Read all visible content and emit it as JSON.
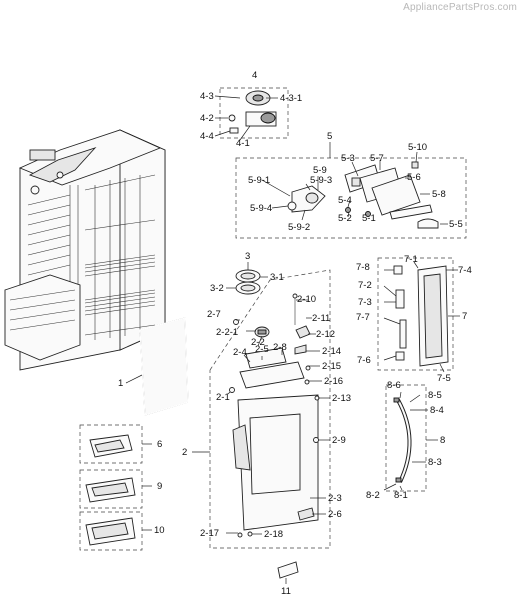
{
  "watermark": "AppliancePartsPros.com",
  "labels": {
    "l4": "4",
    "l4_3": "4-3",
    "l4_3_1": "4-3-1",
    "l4_2": "4-2",
    "l4_4": "4-4",
    "l4_1": "4-1",
    "l5": "5",
    "l5_10": "5-10",
    "l5_3": "5-3",
    "l5_7": "5-7",
    "l5_6": "5-6",
    "l5_8": "5-8",
    "l5_9": "5-9",
    "l5_9_3": "5-9-3",
    "l5_9_1": "5-9-1",
    "l5_9_4": "5-9-4",
    "l5_9_2": "5-9-2",
    "l5_4": "5-4",
    "l5_2": "5-2",
    "l5_1": "5-1",
    "l5_5": "5-5",
    "l3": "3",
    "l3_1": "3-1",
    "l3_2": "3-2",
    "l2_10": "2-10",
    "l2_7": "2-7",
    "l2_11": "2-11",
    "l2_2": "2-2",
    "l2_12": "2-12",
    "l2_2_1": "2-2-1",
    "l2_8": "2-8",
    "l2_4": "2-4",
    "l2_5": "2-5",
    "l2_14": "2-14",
    "l2_15": "2-15",
    "l2_16": "2-16",
    "l2_1": "2-1",
    "l2_13": "2-13",
    "l2_9": "2-9",
    "l2_3": "2-3",
    "l2_6": "2-6",
    "l2_17": "2-17",
    "l2_18": "2-18",
    "l2": "2",
    "l1": "1",
    "l6": "6",
    "l9": "9",
    "l10": "10",
    "l11": "11",
    "l7_8": "7-8",
    "l7_1": "7-1",
    "l7_4": "7-4",
    "l7_2": "7-2",
    "l7_3": "7-3",
    "l7_7": "7-7",
    "l7": "7",
    "l7_6": "7-6",
    "l7_5": "7-5",
    "l8_6": "8-6",
    "l8_5": "8-5",
    "l8_4": "8-4",
    "l8": "8",
    "l8_3": "8-3",
    "l8_2": "8-2",
    "l8_1": "8-1"
  }
}
